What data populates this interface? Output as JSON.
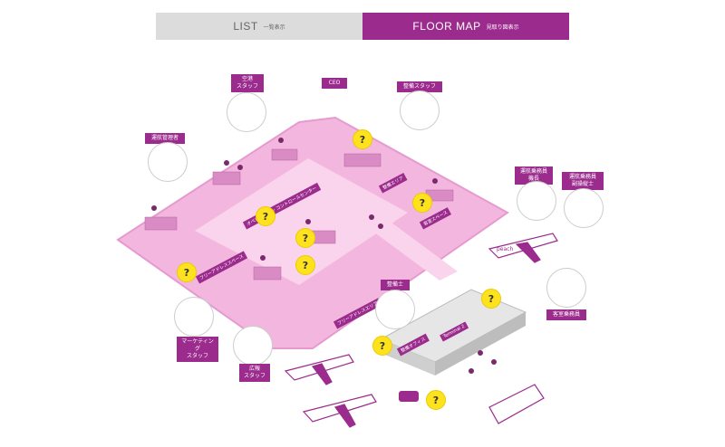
{
  "tabs": {
    "list": {
      "label": "LIST",
      "sub": "一覧表示"
    },
    "floor_map": {
      "label": "FLOOR MAP",
      "sub": "見取り図表示"
    }
  },
  "people": {
    "airport": "空港\nスタッフ",
    "ceo": "CEO",
    "security": "整備スタッフ",
    "ops": "運航管理者",
    "captain": "運航乗務員\n機長",
    "copilot": "運航乗務員\n副操縦士",
    "mechanic": "整備士",
    "marketing": "マーケティング\nスタッフ",
    "cabin": "客室乗務員",
    "pr": "広報\nスタッフ"
  },
  "zones": {
    "z1": "オペレーション\nコントロールセンター",
    "z2": "整備エリア",
    "z3": "客室スペース",
    "z4": "フリーアドレススペース",
    "z5": "フリーアドレスエリア",
    "z6": "整備オフィス",
    "z7": "Terminal 2"
  },
  "question_mark": "?",
  "brand": "peach",
  "colors": {
    "accent": "#9b2b8c",
    "floor": "#f3b7df",
    "bubble": "#ffe21e"
  }
}
